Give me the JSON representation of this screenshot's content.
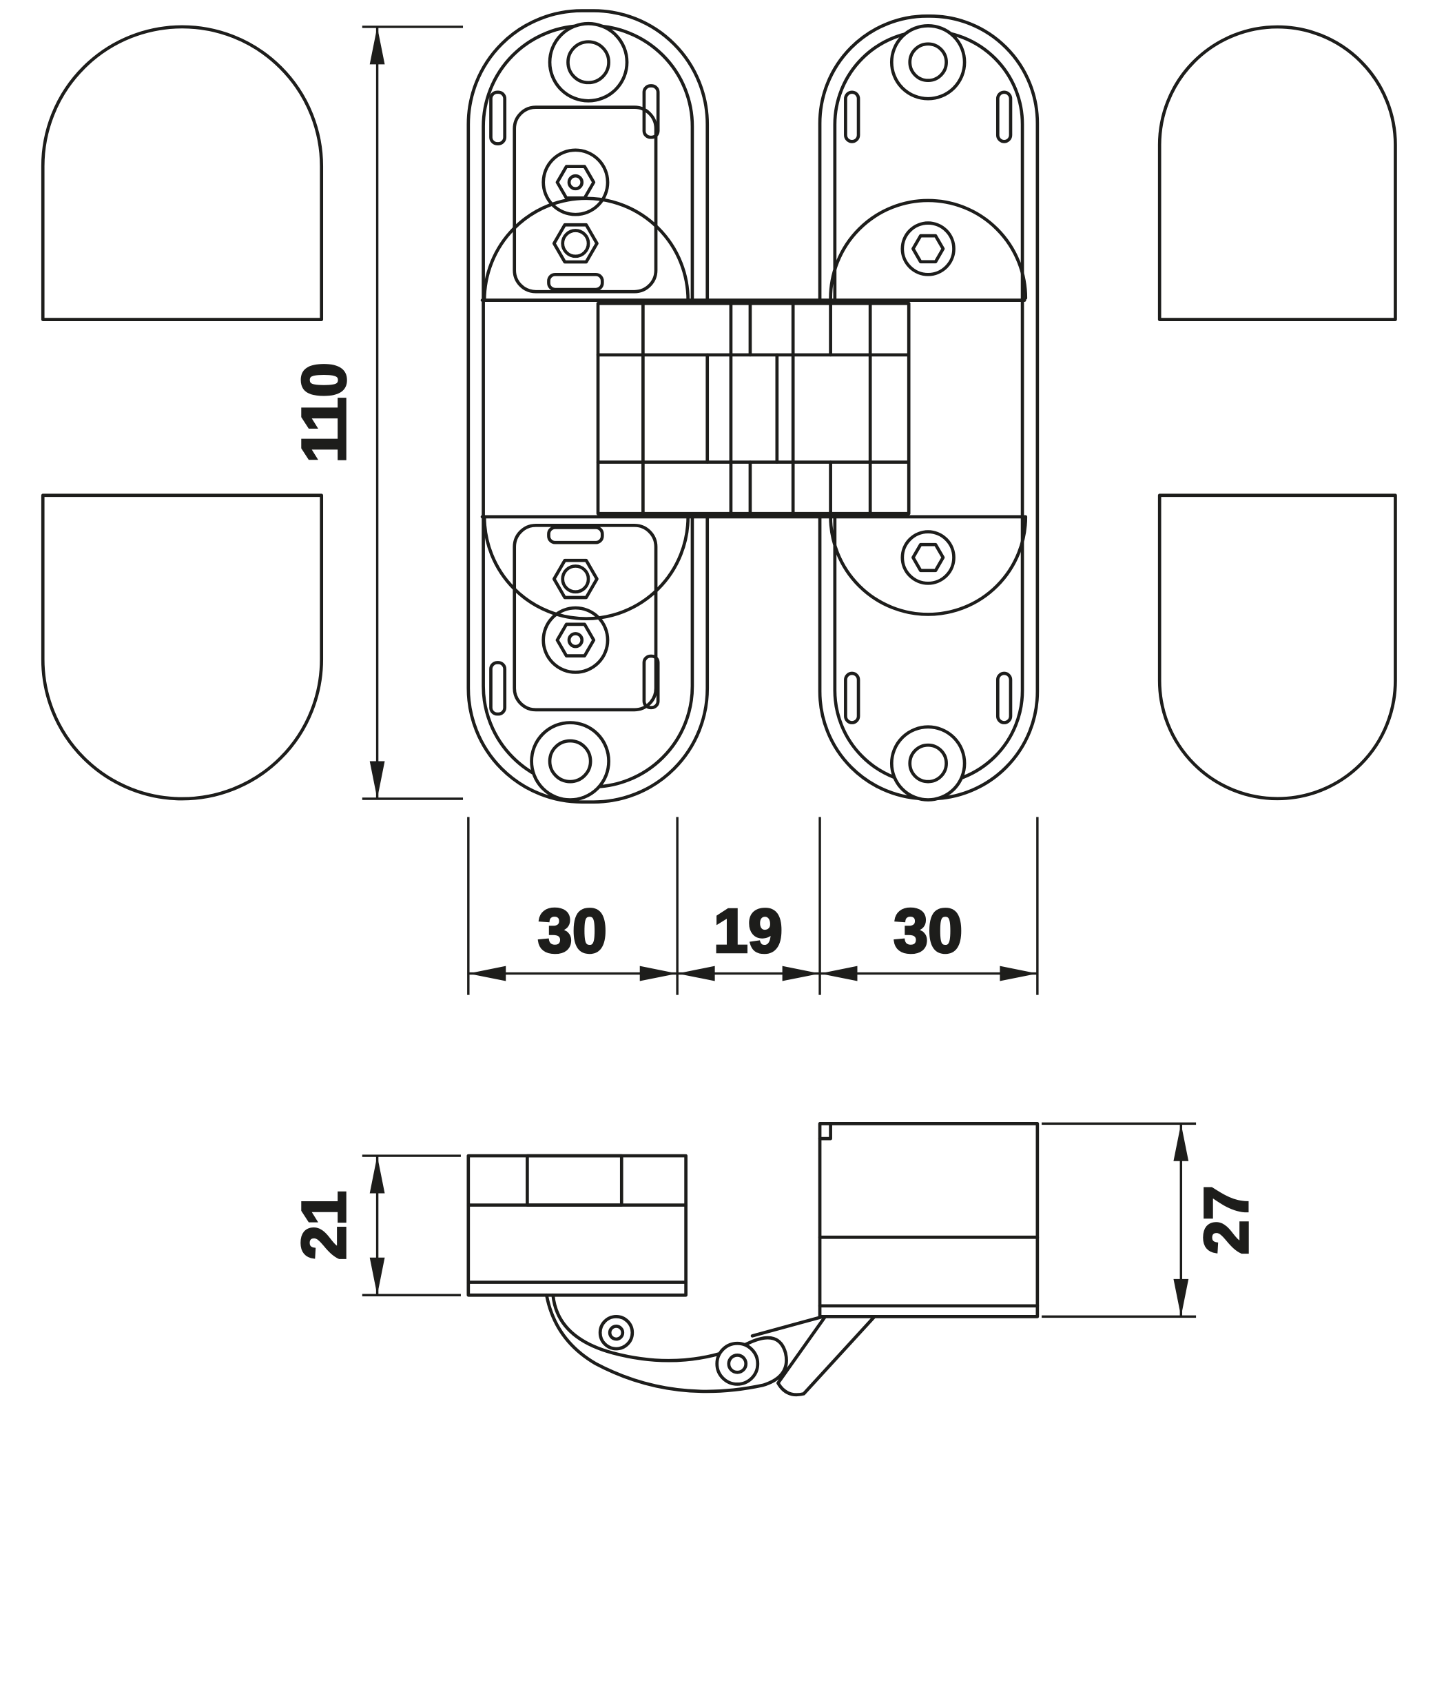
{
  "drawing": {
    "subject": "concealed-hinge-dimensioned-drawing",
    "views": {
      "front_view": "hinge front elevation with two mounting plates, central knuckle and four rounded cover caps",
      "side_view": "hinge side elevation with two body blocks and pivot arm linkage"
    },
    "dimensions": {
      "front_height": "110",
      "front_left_width": "30",
      "front_gap": "19",
      "front_right_width": "30",
      "side_left_height": "21",
      "side_right_height": "27"
    },
    "colors": {
      "line": "#1d1d1b",
      "background": "#ffffff"
    }
  }
}
